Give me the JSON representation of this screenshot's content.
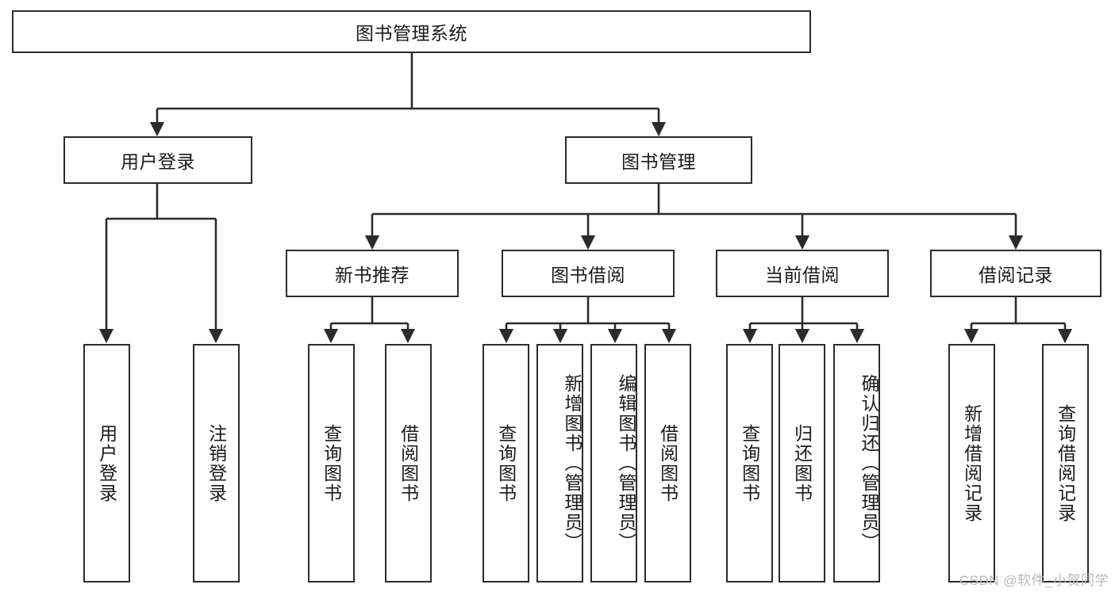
{
  "diagram": {
    "type": "hierarchy-tree",
    "title": "图书管理系统",
    "root": {
      "id": "root",
      "label": "图书管理系统"
    },
    "level2": [
      {
        "id": "user-login",
        "label": "用户登录"
      },
      {
        "id": "book-management",
        "label": "图书管理"
      }
    ],
    "level3": [
      {
        "id": "new-book-recommend",
        "label": "新书推荐",
        "parent": "book-management"
      },
      {
        "id": "book-borrow",
        "label": "图书借阅",
        "parent": "book-management"
      },
      {
        "id": "current-borrow",
        "label": "当前借阅",
        "parent": "book-management"
      },
      {
        "id": "borrow-record",
        "label": "借阅记录",
        "parent": "book-management"
      }
    ],
    "leaves": {
      "user_login": [
        {
          "id": "leaf-user-login",
          "label": "用户登录"
        },
        {
          "id": "leaf-user-logout",
          "label": "注销登录"
        }
      ],
      "new_book_recommend": [
        {
          "id": "leaf-query-book-1",
          "label": "查询图书"
        },
        {
          "id": "leaf-borrow-book-1",
          "label": "借阅图书"
        }
      ],
      "book_borrow": [
        {
          "id": "leaf-query-book-2",
          "label": "查询图书"
        },
        {
          "id": "leaf-add-book",
          "label": "新增图书（管理员）"
        },
        {
          "id": "leaf-edit-book",
          "label": "编辑图书（管理员）"
        },
        {
          "id": "leaf-borrow-book-2",
          "label": "借阅图书"
        }
      ],
      "current_borrow": [
        {
          "id": "leaf-query-book-3",
          "label": "查询图书"
        },
        {
          "id": "leaf-return-book",
          "label": "归还图书"
        },
        {
          "id": "leaf-confirm-return",
          "label": "确认归还（管理员）"
        }
      ],
      "borrow_record": [
        {
          "id": "leaf-add-record",
          "label": "新增借阅记录"
        },
        {
          "id": "leaf-query-record",
          "label": "查询借阅记录"
        }
      ]
    }
  },
  "watermark": {
    "text": "CSDN @软件_小贺同学"
  },
  "colors": {
    "stroke": "#2b2b2b",
    "background": "#ffffff",
    "text": "#1a1a1a",
    "watermark": "#b9b9b9"
  }
}
